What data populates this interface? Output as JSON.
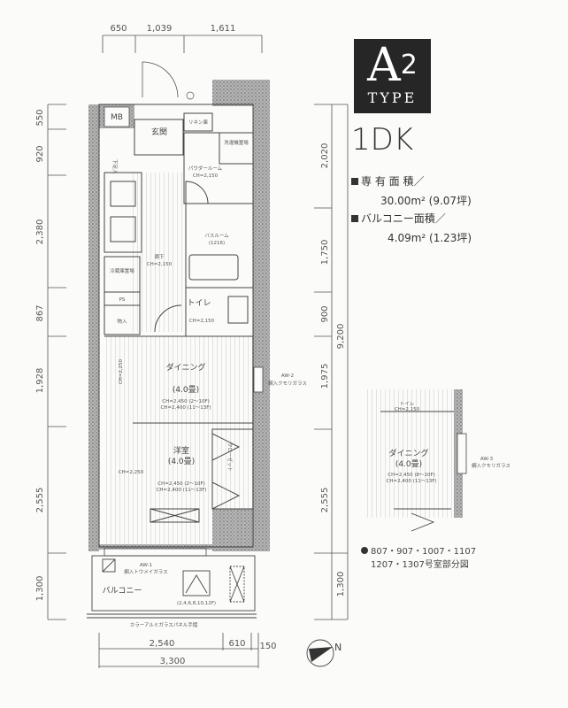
{
  "type_badge": {
    "letter": "A",
    "number": "2",
    "word": "TYPE"
  },
  "layout_name": "1DK",
  "areas": {
    "private_label": "専 有 面 積／",
    "private_value": "30.00m² (9.07坪)",
    "balcony_label": "バルコニー面積／",
    "balcony_value": "4.09m² (1.23坪)"
  },
  "dimensions": {
    "top": [
      "650",
      "1,039",
      "1,611"
    ],
    "left": [
      "550",
      "920",
      "2,380",
      "867",
      "1,928",
      "2,555",
      "1,300"
    ],
    "right": [
      "2,020",
      "1,750",
      "900",
      "1,975",
      "2,555",
      "1,300"
    ],
    "right_total": "9,200",
    "bottom": [
      "2,540",
      "610",
      "150"
    ],
    "bottom_total": "3,300"
  },
  "rooms": {
    "mb": "MB",
    "entrance": "玄関",
    "linen": "リネン庫",
    "laundry": "洗濯機置場",
    "shoe": "下足入",
    "powder": "パウダールーム",
    "powder_ch": "CH=2,150",
    "bath": "バスルーム",
    "bath_size": "(1216)",
    "corridor": "廊下",
    "corridor_ch": "CH=2,150",
    "fridge": "冷蔵庫置場",
    "ps": "PS",
    "storage": "物入",
    "toilet": "トイレ",
    "toilet_ch": "CH=2,150",
    "dining": "ダイニング",
    "dining_size": "(4.0畳)",
    "dining_ch1": "CH=2,450 (2～10F)",
    "dining_ch2": "CH=2,400 (11～13F)",
    "western": "洋室",
    "western_size": "(4.0畳)",
    "western_ch1": "CH=2,450 (2～10F)",
    "western_ch2": "CH=2,400 (11～13F)",
    "closet": "クローゼット",
    "side_ch1": "CH=2,250",
    "side_ch2": "CH=2,250",
    "balcony": "バルコニー",
    "balcony_floors": "(2,4,6,8,10,12F)",
    "handrail": "カラーアルミガラスパネル手摺"
  },
  "windows": {
    "aw1": "AW-1",
    "aw1_note": "網入トウメイガラス",
    "aw2": "AW-2",
    "aw2_note": "網入クモリガラス",
    "aw3": "AW-3",
    "aw3_note": "網入クモリガラス"
  },
  "inset": {
    "toilet": "トイレ",
    "toilet_ch": "CH=2,150",
    "dining": "ダイニング",
    "dining_size": "(4.0畳)",
    "dining_ch1": "CH=2,450 (8～10F)",
    "dining_ch2": "CH=2,400 (11～13F)",
    "rooms_line1": "807・907・1007・1107",
    "rooms_line2": "1207・1307号室部分図"
  },
  "compass": {
    "label": "N"
  },
  "colors": {
    "ink": "#333333",
    "wall_hatch": "#8a8a8a",
    "badge_bg": "#262626"
  }
}
